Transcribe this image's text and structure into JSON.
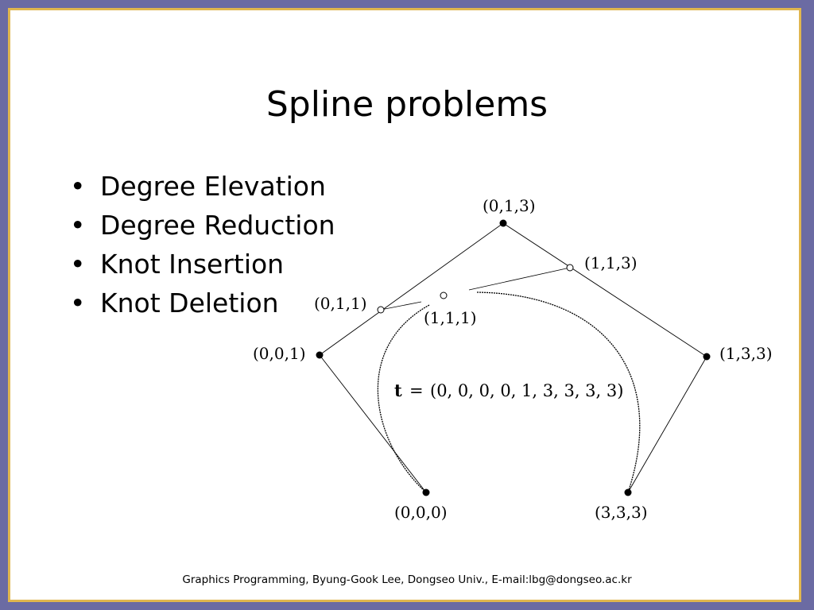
{
  "slide": {
    "title": "Spline problems",
    "bullets": [
      "Degree Elevation",
      "Degree Reduction",
      "Knot Insertion",
      "Knot Deletion"
    ],
    "footer": "Graphics Programming, Byung-Gook Lee, Dongseo Univ., E-mail:lbg@dongseo.ac.kr"
  },
  "diagram": {
    "control_points": [
      {
        "label": "(0,0,0)"
      },
      {
        "label": "(0,0,1)"
      },
      {
        "label": "(0,1,3)"
      },
      {
        "label": "(1,3,3)"
      },
      {
        "label": "(3,3,3)"
      }
    ],
    "inserted_points": [
      {
        "label": "(0,1,1)"
      },
      {
        "label": "(1,1,1)"
      },
      {
        "label": "(1,1,3)"
      }
    ],
    "knot_vector_label": "t",
    "knot_vector_equals": "=",
    "knot_vector_values": "(0, 0, 0, 0, 1, 3, 3, 3, 3)"
  },
  "colors": {
    "background": "#6b6ba3",
    "frame_border": "#e0b64f",
    "slide": "#ffffff"
  }
}
